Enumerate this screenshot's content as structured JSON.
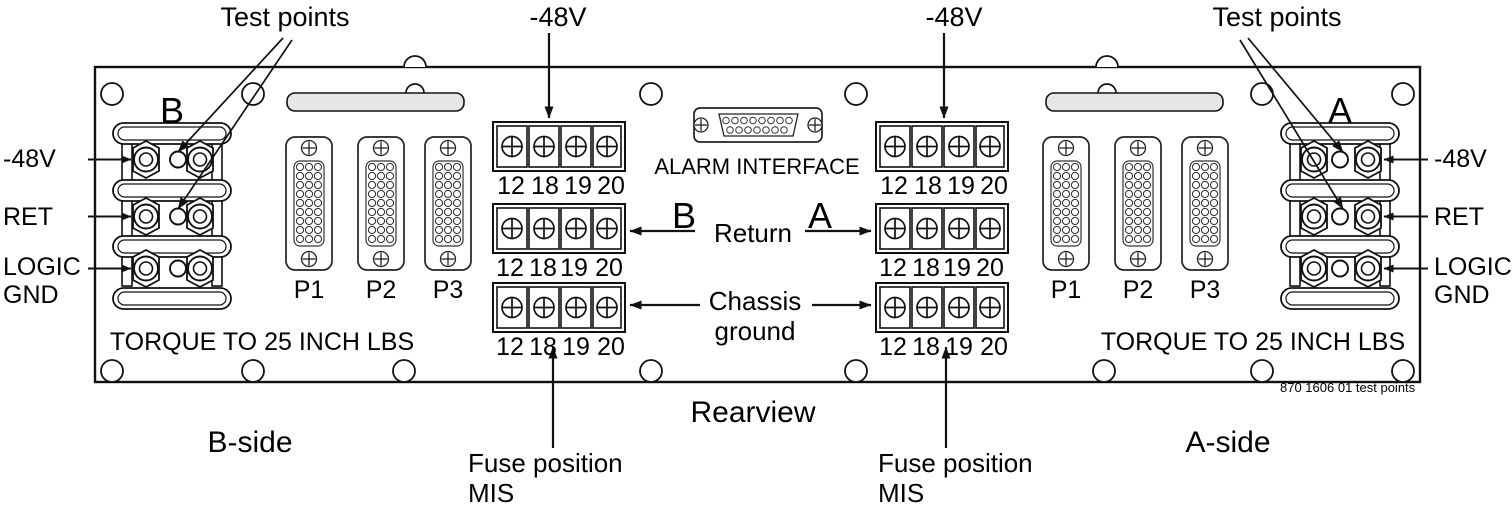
{
  "diagram": {
    "title_center": "Rearview",
    "part_number": "870 1606 01 test points",
    "side_left": "B-side",
    "side_right": "A-side",
    "torque_note": "TORQUE TO 25 INCH LBS",
    "alarm_interface": "ALARM INTERFACE",
    "bus_label_left": "B",
    "bus_label_right": "A"
  },
  "callouts": {
    "test_points_left": "Test points",
    "test_points_right": "Test points",
    "neg48_top_left": "-48V",
    "neg48_top_right": "-48V",
    "return": "Return",
    "return_left_marker": "B",
    "return_right_marker": "A",
    "chassis_ground": "Chassis\nground",
    "chassis_ground_line1": "Chassis",
    "chassis_ground_line2": "ground",
    "fuse_position_left_line1": "Fuse position",
    "fuse_position_left_line2": "MIS",
    "fuse_position_right_line1": "Fuse position",
    "fuse_position_right_line2": "MIS"
  },
  "bus_labels_left": {
    "neg48": "-48V",
    "ret": "RET",
    "logic_gnd_line1": "LOGIC",
    "logic_gnd_line2": "GND"
  },
  "bus_labels_right": {
    "neg48": "-48V",
    "ret": "RET",
    "logic_gnd_line1": "LOGIC",
    "logic_gnd_line2": "GND"
  },
  "connectors_left": [
    "P1",
    "P2",
    "P3"
  ],
  "connectors_right": [
    "P1",
    "P2",
    "P3"
  ],
  "terminal_blocks_left": [
    {
      "name": "neg48-block",
      "positions": [
        "12",
        "18",
        "19",
        "20"
      ]
    },
    {
      "name": "return-block",
      "positions": [
        "12",
        "18",
        "19",
        "20"
      ]
    },
    {
      "name": "chassis-ground-block",
      "positions": [
        "12",
        "18",
        "19",
        "20"
      ]
    }
  ],
  "terminal_blocks_right": [
    {
      "name": "neg48-block",
      "positions": [
        "12",
        "18",
        "19",
        "20"
      ]
    },
    {
      "name": "return-block",
      "positions": [
        "12",
        "18",
        "19",
        "20"
      ]
    },
    {
      "name": "chassis-ground-block",
      "positions": [
        "12",
        "18",
        "19",
        "20"
      ]
    }
  ],
  "colors": {
    "outline": "#1a1a1a",
    "panel_fill": "#ffffff",
    "bar_fill": "#e8e8e8",
    "text": "#000000"
  }
}
